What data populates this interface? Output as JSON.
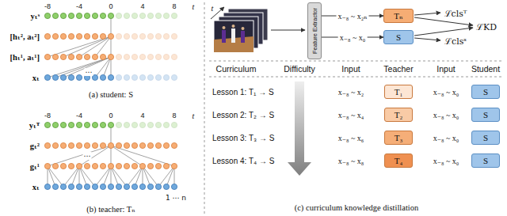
{
  "diagram": {
    "nodes": [
      {
        "text": [
          "Feature Extractor"
        ]
      },
      {
        "text": [
          "Tₙ"
        ]
      },
      {
        "text": [
          "S"
        ]
      },
      {
        "text": [
          "T₁"
        ]
      },
      {
        "text": [
          "S"
        ]
      },
      {
        "text": [
          "T₂"
        ]
      },
      {
        "text": [
          "S"
        ]
      },
      {
        "text": [
          "T₃"
        ]
      },
      {
        "text": [
          "S"
        ]
      },
      {
        "text": [
          "T₄"
        ]
      },
      {
        "text": [
          "S"
        ]
      }
    ],
    "edges": [
      {
        "from": 0,
        "to": 1,
        "arrow": "to",
        "label": "x₋₈ ~ x₂ₙ"
      },
      {
        "from": 0,
        "to": 2,
        "arrow": "to",
        "label": "x₋₈ ~ x₀"
      }
    ],
    "labels": [
      "-8",
      "-4",
      "0",
      "4",
      "8",
      "t",
      "yₜˢ",
      "[hₜ², aₜ²]",
      "[hₜ¹, aₜ¹]",
      "xₜ",
      "⋯",
      "(a) student: S",
      "-8",
      "-4",
      "0",
      "4",
      "8",
      "t",
      "yₜᵀ",
      "gₜ²",
      "gₜ¹",
      "xₜ",
      "⋯",
      "1 ⋯ n",
      "(b) teacher: Tₙ",
      "t",
      "ℒclsᵀ",
      "ℒKD",
      "ℒclsˢ",
      "Curriculum",
      "Difficulty",
      "Input",
      "Teacher",
      "Input",
      "Student",
      "Lesson 1: T₁ → S",
      "x₋₈ ~ x₂",
      "x₋₈ ~ x₀",
      "Lesson 2: T₂ → S",
      "x₋₈ ~ x₄",
      "x₋₈ ~ x₀",
      "Lesson 3: T₃ → S",
      "x₋₈ ~ x₆",
      "x₋₈ ~ x₀",
      "Lesson 4: T₄ → S",
      "x₋₈ ~ x₈",
      "x₋₈ ~ x₀",
      "(c) curriculum knowledge distillation"
    ]
  }
}
